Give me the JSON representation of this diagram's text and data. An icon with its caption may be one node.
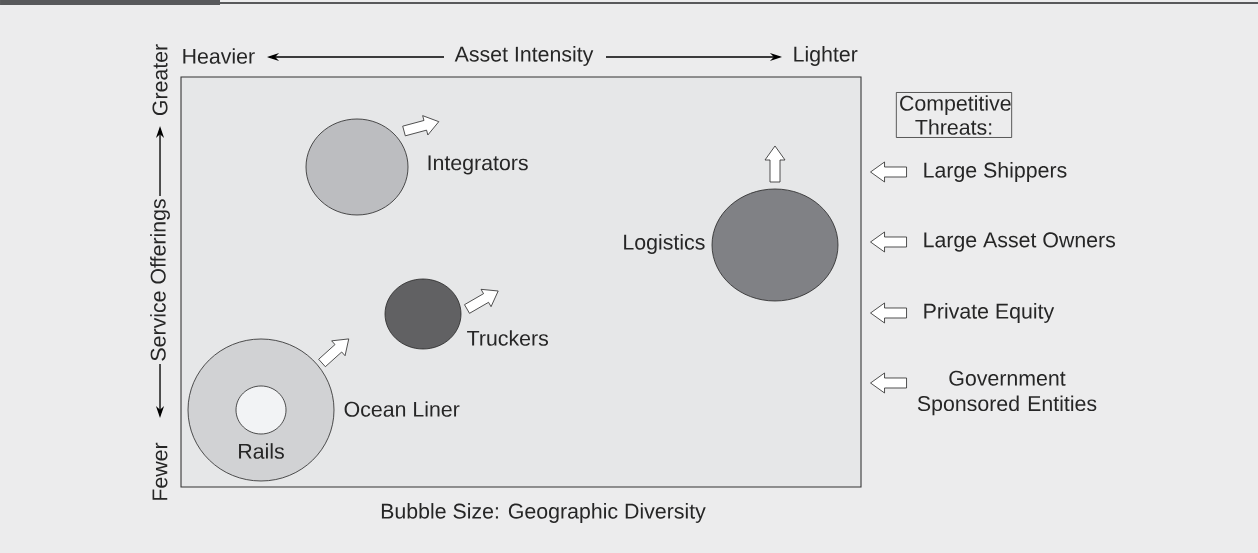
{
  "diagram": {
    "nodes": [
      {
        "text": [],
        "shape": "box"
      },
      {
        "text": [
          "Integrators"
        ],
        "in": 0
      },
      {
        "text": [
          "Logistics"
        ],
        "in": 0
      },
      {
        "text": [
          "Truckers"
        ],
        "in": 0
      },
      {
        "text": [
          "Ocean Liner"
        ],
        "in": 0
      },
      {
        "text": [
          "Rails"
        ],
        "in": 4
      },
      {
        "text": [
          "Competitive Threats:"
        ]
      },
      {
        "text": [
          "Large Shippers"
        ]
      },
      {
        "text": [
          "Large Asset Owners"
        ]
      },
      {
        "text": [
          "Private Equity"
        ]
      },
      {
        "text": [
          "Government Sponsored Entities"
        ]
      }
    ],
    "edges": [
      {
        "from": 7,
        "to": 0,
        "arrow": "to"
      },
      {
        "from": 8,
        "to": 0,
        "arrow": "to"
      },
      {
        "from": 9,
        "to": 0,
        "arrow": "to"
      },
      {
        "from": 10,
        "to": 0,
        "arrow": "to"
      }
    ],
    "labels": [
      "Heavier",
      "Asset Intensity",
      "Lighter",
      "Greater",
      "Service Offerings",
      "Fewer",
      "Bubble Size: Geographic Diversity"
    ]
  }
}
